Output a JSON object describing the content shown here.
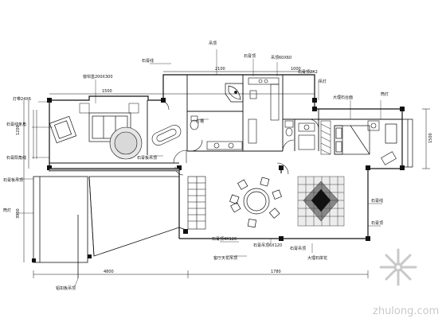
{
  "drawing": {
    "title": "",
    "dimensions": {
      "top_1": "1500",
      "top_2": "2100",
      "top_3": "1000",
      "left_1": "1200",
      "left_2": "3900",
      "bottom_1": "4800",
      "bottom_2": "1780",
      "right_1": "1500"
    },
    "annotations": [
      "灯带24X6",
      "窗帘盒200X300",
      "石膏线",
      "吊顶",
      "吊顶60X60",
      "石膏顶",
      "石膏顶2X2",
      "吊灯",
      "大理石台面",
      "筒灯",
      "石膏线条角",
      "石膏阳角线",
      "灯槽",
      "石膏板吊顶",
      "石膏板吊顶",
      "筒灯",
      "石膏顶4X120",
      "石膏线",
      "石膏吊顶6X120",
      "石膏顶",
      "石膏吊顶",
      "大理石拼花",
      "客厅天花吊顶",
      "铝扣板吊顶"
    ]
  },
  "watermark": {
    "logo_icon": "zhulong-logo-icon",
    "text": "zhulong.com"
  }
}
